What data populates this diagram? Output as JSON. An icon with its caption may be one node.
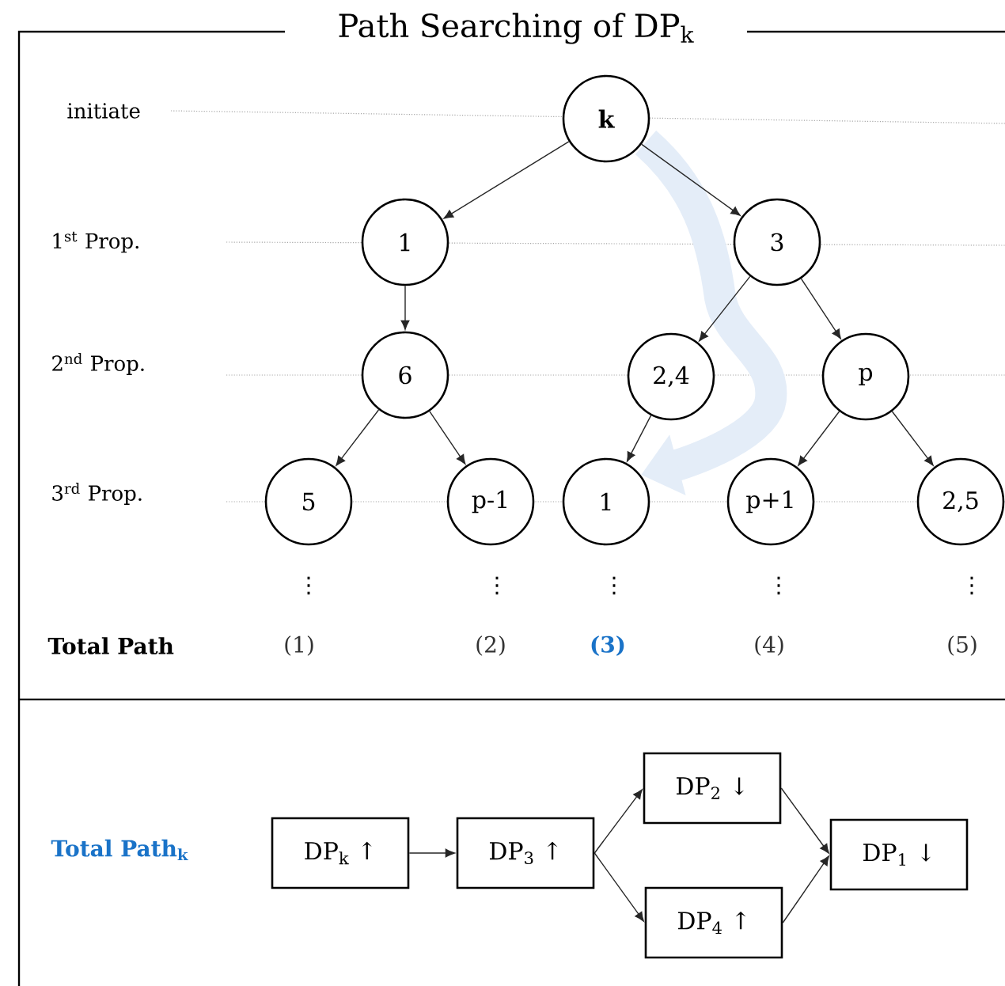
{
  "diagram": {
    "title": "Path Searching of DP$_{k}$",
    "nodes": [
      {
        "text": [
          "k"
        ]
      },
      {
        "text": [
          "1"
        ]
      },
      {
        "text": [
          "3"
        ]
      },
      {
        "text": [
          "6"
        ]
      },
      {
        "text": [
          "2,4"
        ]
      },
      {
        "text": [
          "p"
        ]
      },
      {
        "text": [
          "5"
        ]
      },
      {
        "text": [
          "p-1"
        ]
      },
      {
        "text": [
          "1"
        ]
      },
      {
        "text": [
          "p+1"
        ]
      },
      {
        "text": [
          "2,5"
        ]
      },
      {
        "text": [
          "DP$_{k}$ ↑"
        ]
      },
      {
        "text": [
          "DP$_{3}$ ↑"
        ]
      },
      {
        "text": [
          "DP$_{2}$ ↓"
        ]
      },
      {
        "text": [
          "DP$_{4}$ ↑"
        ]
      },
      {
        "text": [
          "DP$_{1}$ ↓"
        ]
      }
    ],
    "edges": [
      {
        "from": 0,
        "to": 1,
        "arrow": "to"
      },
      {
        "from": 0,
        "to": 2,
        "arrow": "to"
      },
      {
        "from": 1,
        "to": 3,
        "arrow": "to"
      },
      {
        "from": 2,
        "to": 4,
        "arrow": "to"
      },
      {
        "from": 2,
        "to": 5,
        "arrow": "to"
      },
      {
        "from": 3,
        "to": 6,
        "arrow": "to"
      },
      {
        "from": 3,
        "to": 7,
        "arrow": "to"
      },
      {
        "from": 4,
        "to": 8,
        "arrow": "to"
      },
      {
        "from": 5,
        "to": 9,
        "arrow": "to"
      },
      {
        "from": 5,
        "to": 10,
        "arrow": "to"
      },
      {
        "from": 11,
        "to": 12,
        "arrow": "to"
      },
      {
        "from": 12,
        "to": 13,
        "arrow": "to"
      },
      {
        "from": 12,
        "to": 14,
        "arrow": "to"
      },
      {
        "from": 13,
        "to": 15,
        "arrow": "to"
      },
      {
        "from": 14,
        "to": 15,
        "arrow": "to"
      },
      {
        "from": 0,
        "to": 8,
        "arrow": "to",
        "style": "thick",
        "color": "#e4edf8"
      }
    ],
    "labels": [
      "initiate",
      "1$^{st}$ Prop.",
      "2$^{nd}$ Prop.",
      "3$^{rd}$ Prop.",
      "⋮",
      "⋮",
      "⋮",
      "⋮",
      "⋮",
      "Total Path",
      "(1)",
      "(2)",
      "(3)",
      "(4)",
      "(5)",
      "Total Path$_{k}$"
    ]
  }
}
